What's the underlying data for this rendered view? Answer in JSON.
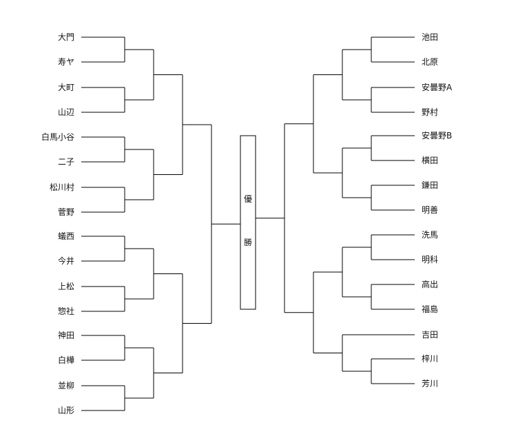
{
  "left_teams": [
    "大門",
    "寿ヤ",
    "大町",
    "山辺",
    "白馬小谷",
    "二子",
    "松川村",
    "菅野",
    "蟻西",
    "今井",
    "上松",
    "惣社",
    "神田",
    "白樺",
    "並柳",
    "山形"
  ],
  "right_teams": [
    "池田",
    "北原",
    "安曇野A",
    "野村",
    "安曇野B",
    "横田",
    "鎌田",
    "明善",
    "洗馬",
    "明科",
    "高出",
    "福島",
    "吉田",
    "梓川",
    "芳川"
  ],
  "champion_box": {
    "char1": "優",
    "char2": "勝"
  },
  "colors": {
    "line": "#000000",
    "text": "#111111",
    "background": "#ffffff"
  }
}
